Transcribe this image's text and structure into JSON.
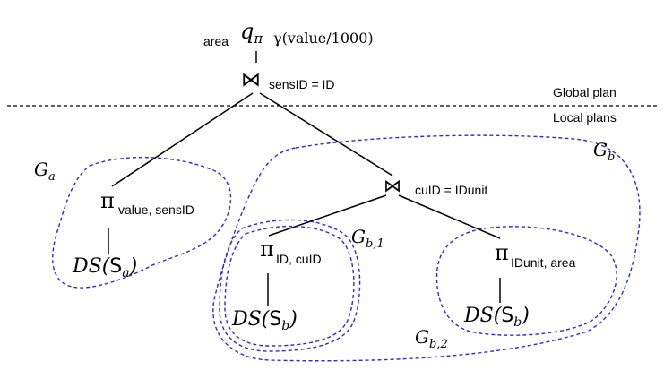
{
  "root": {
    "symbol": "q",
    "subscript": "π",
    "left_label": "area",
    "aggregate": "γ(value/1000)"
  },
  "top_join": {
    "symbol": "⋈",
    "condition": "sensID = ID"
  },
  "plan_labels": {
    "global": "Global plan",
    "local": "Local plans"
  },
  "inner_join": {
    "symbol": "⋈",
    "condition": "cuID = IDunit"
  },
  "proj_a": {
    "symbol": "π",
    "attrs": "value, sensID"
  },
  "proj_b1": {
    "symbol": "π",
    "attrs": "ID, cuID"
  },
  "proj_b2": {
    "symbol": "π",
    "attrs": "IDunit, area"
  },
  "source_a": {
    "prefix": "DS(",
    "set": "S",
    "sub": "a",
    "suffix": ")"
  },
  "source_b1": {
    "prefix": "DS(",
    "set": "S",
    "sub": "b",
    "suffix": ")"
  },
  "source_b2": {
    "prefix": "DS(",
    "set": "S",
    "sub": "b",
    "suffix": ")"
  },
  "groups": {
    "ga": {
      "main": "G",
      "sub": "a"
    },
    "gb": {
      "main": "G",
      "sub": "b"
    },
    "gb1": {
      "main": "G",
      "sub": "b,1"
    },
    "gb2": {
      "main": "G",
      "sub": "b,2"
    }
  },
  "colors": {
    "group_outline": "#2b2bd6",
    "edges": "#000000"
  }
}
